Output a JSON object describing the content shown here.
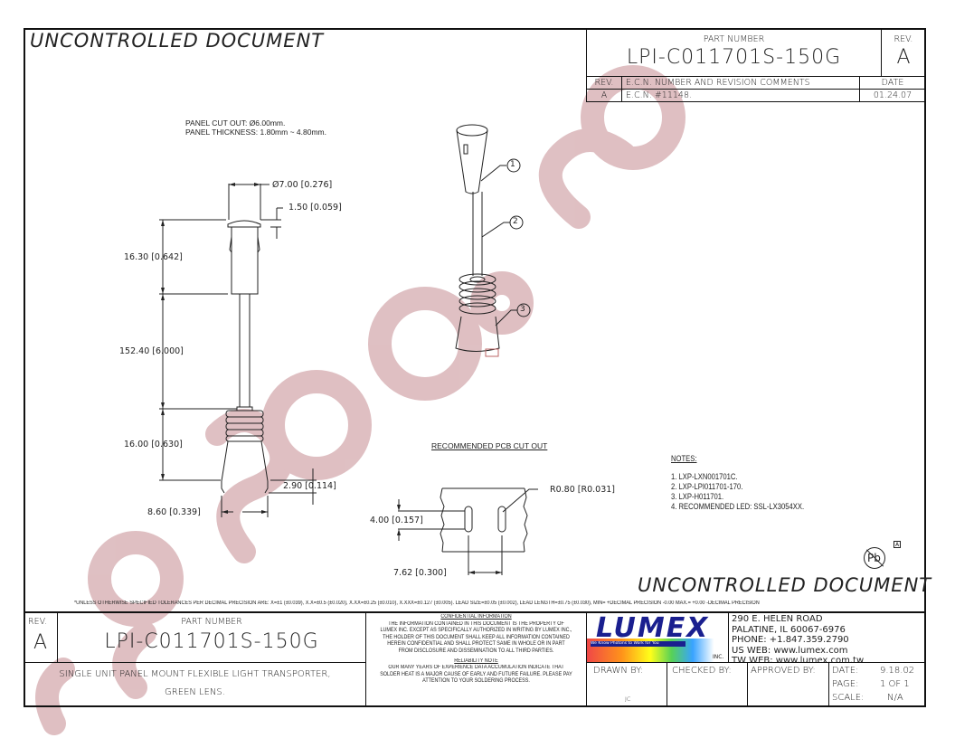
{
  "watermark": {
    "text": "www.datasheetbook.com / sisoog.com watermark",
    "color": "#d9b3b6"
  },
  "header": {
    "uncontrolled_top": "UNCONTROLLED DOCUMENT",
    "part_number_label": "PART NUMBER",
    "part_number": "LPI-C011701S-150G",
    "rev_label": "REV.",
    "rev": "A"
  },
  "revision_table": {
    "columns": [
      "REV.",
      "E.C.N. NUMBER AND REVISION COMMENTS",
      "DATE"
    ],
    "rows": [
      {
        "rev": "A",
        "comment": "E.C.N. #11148.",
        "date": "01.24.07"
      }
    ]
  },
  "panel_notes": {
    "cut_out": "PANEL CUT OUT: Ø6.00mm.",
    "thickness": "PANEL THICKNESS: 1.80mm ~ 4.80mm."
  },
  "dimensions": {
    "diameter": "Ø7.00 [0.276]",
    "cap_height": "1.50 [0.059]",
    "body_length": "16.30 [0.642]",
    "fiber_length": "152.40 [6.000]",
    "base_length": "16.00 [0.630]",
    "lead_length": "2.90 [0.114]",
    "base_width": "8.60 [0.339]"
  },
  "callouts": [
    "1",
    "2",
    "3"
  ],
  "pcb": {
    "title": "RECOMMENDED PCB CUT OUT",
    "radius": "R0.80 [R0.031]",
    "slot_length": "4.00 [0.157]",
    "pitch": "7.62 [0.300]"
  },
  "notes": {
    "title": "NOTES:",
    "items": [
      "1. LXP-LXN001701C.",
      "2. LXP-LPI011701-170.",
      "3. LXP-H011701.",
      "4. RECOMMENDED LED: SSL-LX3054XX."
    ]
  },
  "pb_free": {
    "symbol": "Pb",
    "rev_mark": "A"
  },
  "uncontrolled_bottom": "UNCONTROLLED DOCUMENT",
  "tolerances": "*UNLESS OTHERWISE SPECIFIED TOLERANCES PER DECIMAL PRECISION ARE: X=±1 (±0.039), X.X=±0.5 (±0.020), X.XX=±0.25 (±0.010), X.XXX=±0.127 (±0.005).   LEAD SIZE=±0.05 (±0.002), LEAD LENGTH=±0.75 (±0.030), MIN= +DECIMAL PRECISION -0.00   MAX.= +0.00 -DECIMAL PRECISION",
  "title_block": {
    "rev_label": "REV.",
    "rev": "A",
    "part_number_label": "PART NUMBER",
    "part_number": "LPI-C011701S-150G",
    "description_line1": "SINGLE UNIT PANEL MOUNT FLEXIBLE LIGHT TRANSPORTER,",
    "description_line2": "GREEN LENS.",
    "confidential_title": "CONFIDENTIAL INFORMATION",
    "confidential_text": "THE INFORMATION CONTAINED IN THIS DOCUMENT IS THE PROPERTY OF LUMEX INC. EXCEPT AS SPECIFICALLY AUTHORIZED IN WRITING BY LUMEX INC., THE HOLDER OF THIS DOCUMENT SHALL KEEP ALL INFORMATION CONTAINED HEREIN CONFIDENTIAL AND SHALL PROTECT SAME IN WHOLE OR IN PART FROM DISCLOSURE AND DISSEMINATION TO ALL THIRD PARTIES.",
    "reliability_title": "RELIABILITY NOTE",
    "reliability_text": "OUR MANY YEARS OF EXPERIENCE DATA ACCUMULATION INDICATE THAT SOLDER HEAT IS A MAJOR CAUSE OF EARLY AND FUTURE FAILURE. PLEASE PAY ATTENTION TO YOUR SOLDERING PROCESS.",
    "logo": {
      "name": "LUMEX",
      "tagline": "We Know Photons to Work for You",
      "suffix": "INC.",
      "brand_color": "#1a1f8f"
    },
    "address": [
      "290 E. HELEN ROAD",
      "PALATINE, IL  60067-6976",
      "PHONE: +1.847.359.2790",
      "US WEB: www.lumex.com",
      "TW WEB: www.lumex.com.tw"
    ],
    "drawn_by_label": "DRAWN BY:",
    "drawn_by": "JC",
    "checked_by_label": "CHECKED BY:",
    "approved_by_label": "APPROVED BY:",
    "date_label": "DATE:",
    "date": "9.18.02",
    "page_label": "PAGE:",
    "page": "1 OF 1",
    "scale_label": "SCALE:",
    "scale": "N/A"
  }
}
